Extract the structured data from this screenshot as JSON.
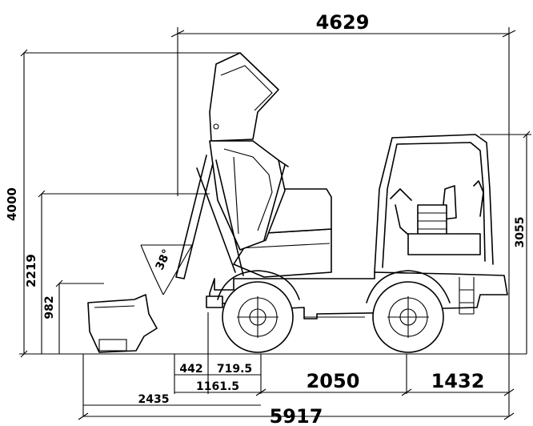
{
  "drawing": {
    "dimensions": {
      "overall_length_top": "4629",
      "height_raised": "4000",
      "height_2219": "2219",
      "height_982": "982",
      "cab_height": "3055",
      "angle": "38°",
      "dim_442": "442",
      "dim_719_5": "719.5",
      "dim_1161_5": "1161.5",
      "wheelbase": "2050",
      "rear_overhang": "1432",
      "dim_2435": "2435",
      "overall_length_bottom": "5917"
    },
    "colors": {
      "line": "#000000",
      "background": "#ffffff"
    }
  }
}
